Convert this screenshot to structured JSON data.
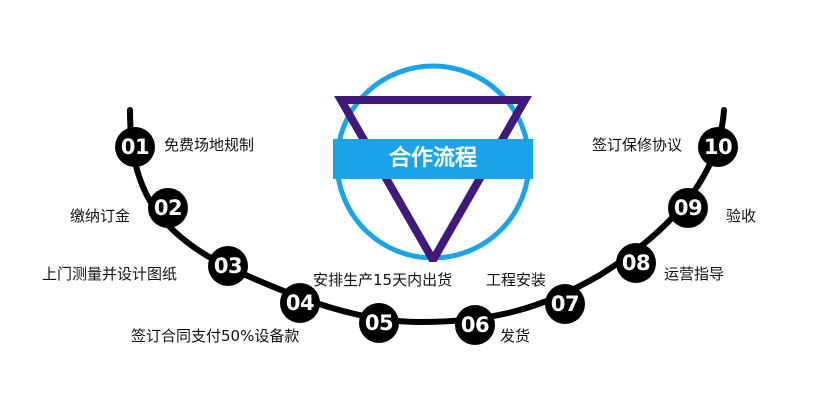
{
  "title": "合作流程",
  "colors": {
    "circle": "#1aa3e8",
    "triangle": "#3f1a7a",
    "band": "#1aa3e8",
    "badge": "#000000",
    "arc": "#000000"
  },
  "steps": [
    {
      "num": "01",
      "label": "免费场地规制"
    },
    {
      "num": "02",
      "label": "缴纳订金"
    },
    {
      "num": "03",
      "label": "上门测量并设计图纸"
    },
    {
      "num": "04",
      "label": "签订合同支付50%设备款"
    },
    {
      "num": "05",
      "label": "安排生产15天内出货"
    },
    {
      "num": "06",
      "label": "发货"
    },
    {
      "num": "07",
      "label": "工程安装"
    },
    {
      "num": "08",
      "label": "运营指导"
    },
    {
      "num": "09",
      "label": "验收"
    },
    {
      "num": "10",
      "label": "签订保修协议"
    }
  ]
}
